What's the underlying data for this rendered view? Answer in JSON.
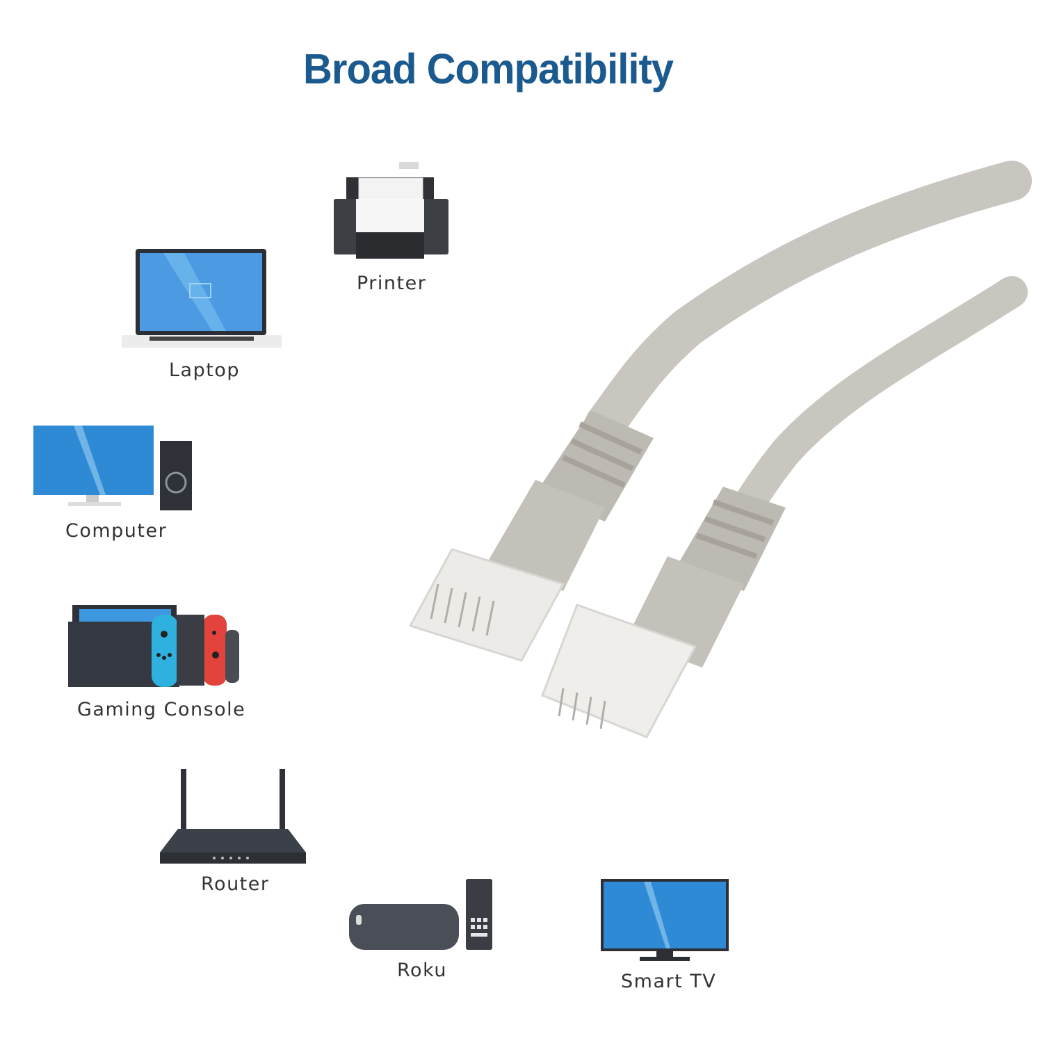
{
  "title": "Broad Compatibility",
  "devices": [
    {
      "label": "Printer",
      "icon": "printer-icon"
    },
    {
      "label": "Laptop",
      "icon": "laptop-icon"
    },
    {
      "label": "Computer",
      "icon": "desktop-computer-icon"
    },
    {
      "label": "Gaming Console",
      "icon": "game-console-icon"
    },
    {
      "label": "Router",
      "icon": "router-icon"
    },
    {
      "label": "Roku",
      "icon": "streaming-box-icon"
    },
    {
      "label": "Smart TV",
      "icon": "smart-tv-icon"
    }
  ],
  "product": {
    "icon": "ethernet-cable-icon"
  },
  "colors": {
    "title": "#1a5a8e",
    "screen": "#3a8fd9",
    "device_dark": "#3a3f48",
    "cable": "#c9c6bf"
  }
}
